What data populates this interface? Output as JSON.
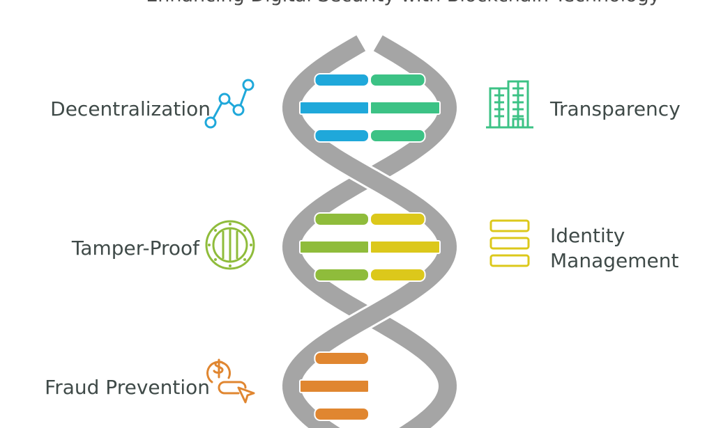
{
  "title": "Enhancing Digital Security with Blockchain Technology",
  "colors": {
    "strand": "#a5a5a5",
    "decentralization": "#1fa8da",
    "transparency": "#3cc285",
    "tamper_proof": "#8fbc3b",
    "identity": "#dcc81b",
    "fraud": "#e08630",
    "text": "#3f4a48"
  },
  "items": [
    {
      "label": "Decentralization",
      "icon": "network-nodes-icon",
      "side": "left",
      "color_key": "decentralization"
    },
    {
      "label": "Transparency",
      "icon": "building-icon",
      "side": "right",
      "color_key": "transparency"
    },
    {
      "label": "Tamper-Proof",
      "icon": "vault-shield-icon",
      "side": "left",
      "color_key": "tamper_proof"
    },
    {
      "label_line1": "Identity",
      "label_line2": "Management",
      "icon": "stacked-bars-icon",
      "side": "right",
      "color_key": "identity"
    },
    {
      "label": "Fraud Prevention",
      "icon": "dollar-click-icon",
      "side": "left",
      "color_key": "fraud"
    }
  ]
}
